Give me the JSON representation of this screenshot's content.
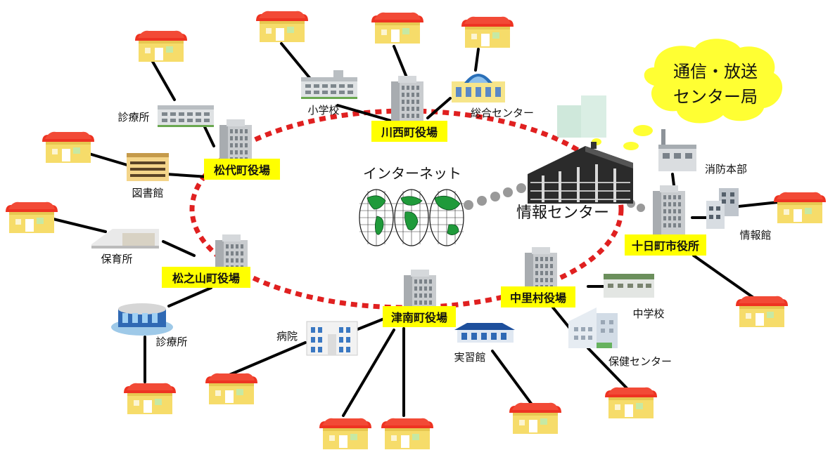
{
  "diagram": {
    "internet": {
      "label": "インターネット",
      "icon": "globe-icon"
    },
    "info_center": {
      "label": "情報センター"
    },
    "broadcast_bubble": {
      "line1": "通信・放送",
      "line2": "センター局",
      "color": "#ffff33"
    },
    "town_halls": [
      {
        "id": "kawanishi",
        "label": "川西町役場"
      },
      {
        "id": "matsushiro",
        "label": "松代町役場"
      },
      {
        "id": "matsunoyama",
        "label": "松之山町役場"
      },
      {
        "id": "tsunan",
        "label": "津南町役場"
      },
      {
        "id": "nakasato",
        "label": "中里村役場"
      },
      {
        "id": "tokamachi",
        "label": "十日町市役所"
      }
    ],
    "facilities": [
      {
        "id": "shinryojo1",
        "label": "診療所"
      },
      {
        "id": "toshokan",
        "label": "図書館"
      },
      {
        "id": "hoikujo",
        "label": "保育所"
      },
      {
        "id": "shinryojo2",
        "label": "診療所"
      },
      {
        "id": "shogakko",
        "label": "小学校"
      },
      {
        "id": "sogo",
        "label": "総合センター"
      },
      {
        "id": "byoin",
        "label": "病院"
      },
      {
        "id": "jisshukan",
        "label": "実習館"
      },
      {
        "id": "chugakko",
        "label": "中学校"
      },
      {
        "id": "hoken",
        "label": "保健センター"
      },
      {
        "id": "shobo",
        "label": "消防本部"
      },
      {
        "id": "johokan",
        "label": "情報館"
      }
    ],
    "colors": {
      "ring": "#e02020",
      "label_box": "#ffff00",
      "house_roof": "#ee3322",
      "house_wall": "#f6dc6a",
      "link": "#000000",
      "wireless_dots": "#999999"
    }
  }
}
